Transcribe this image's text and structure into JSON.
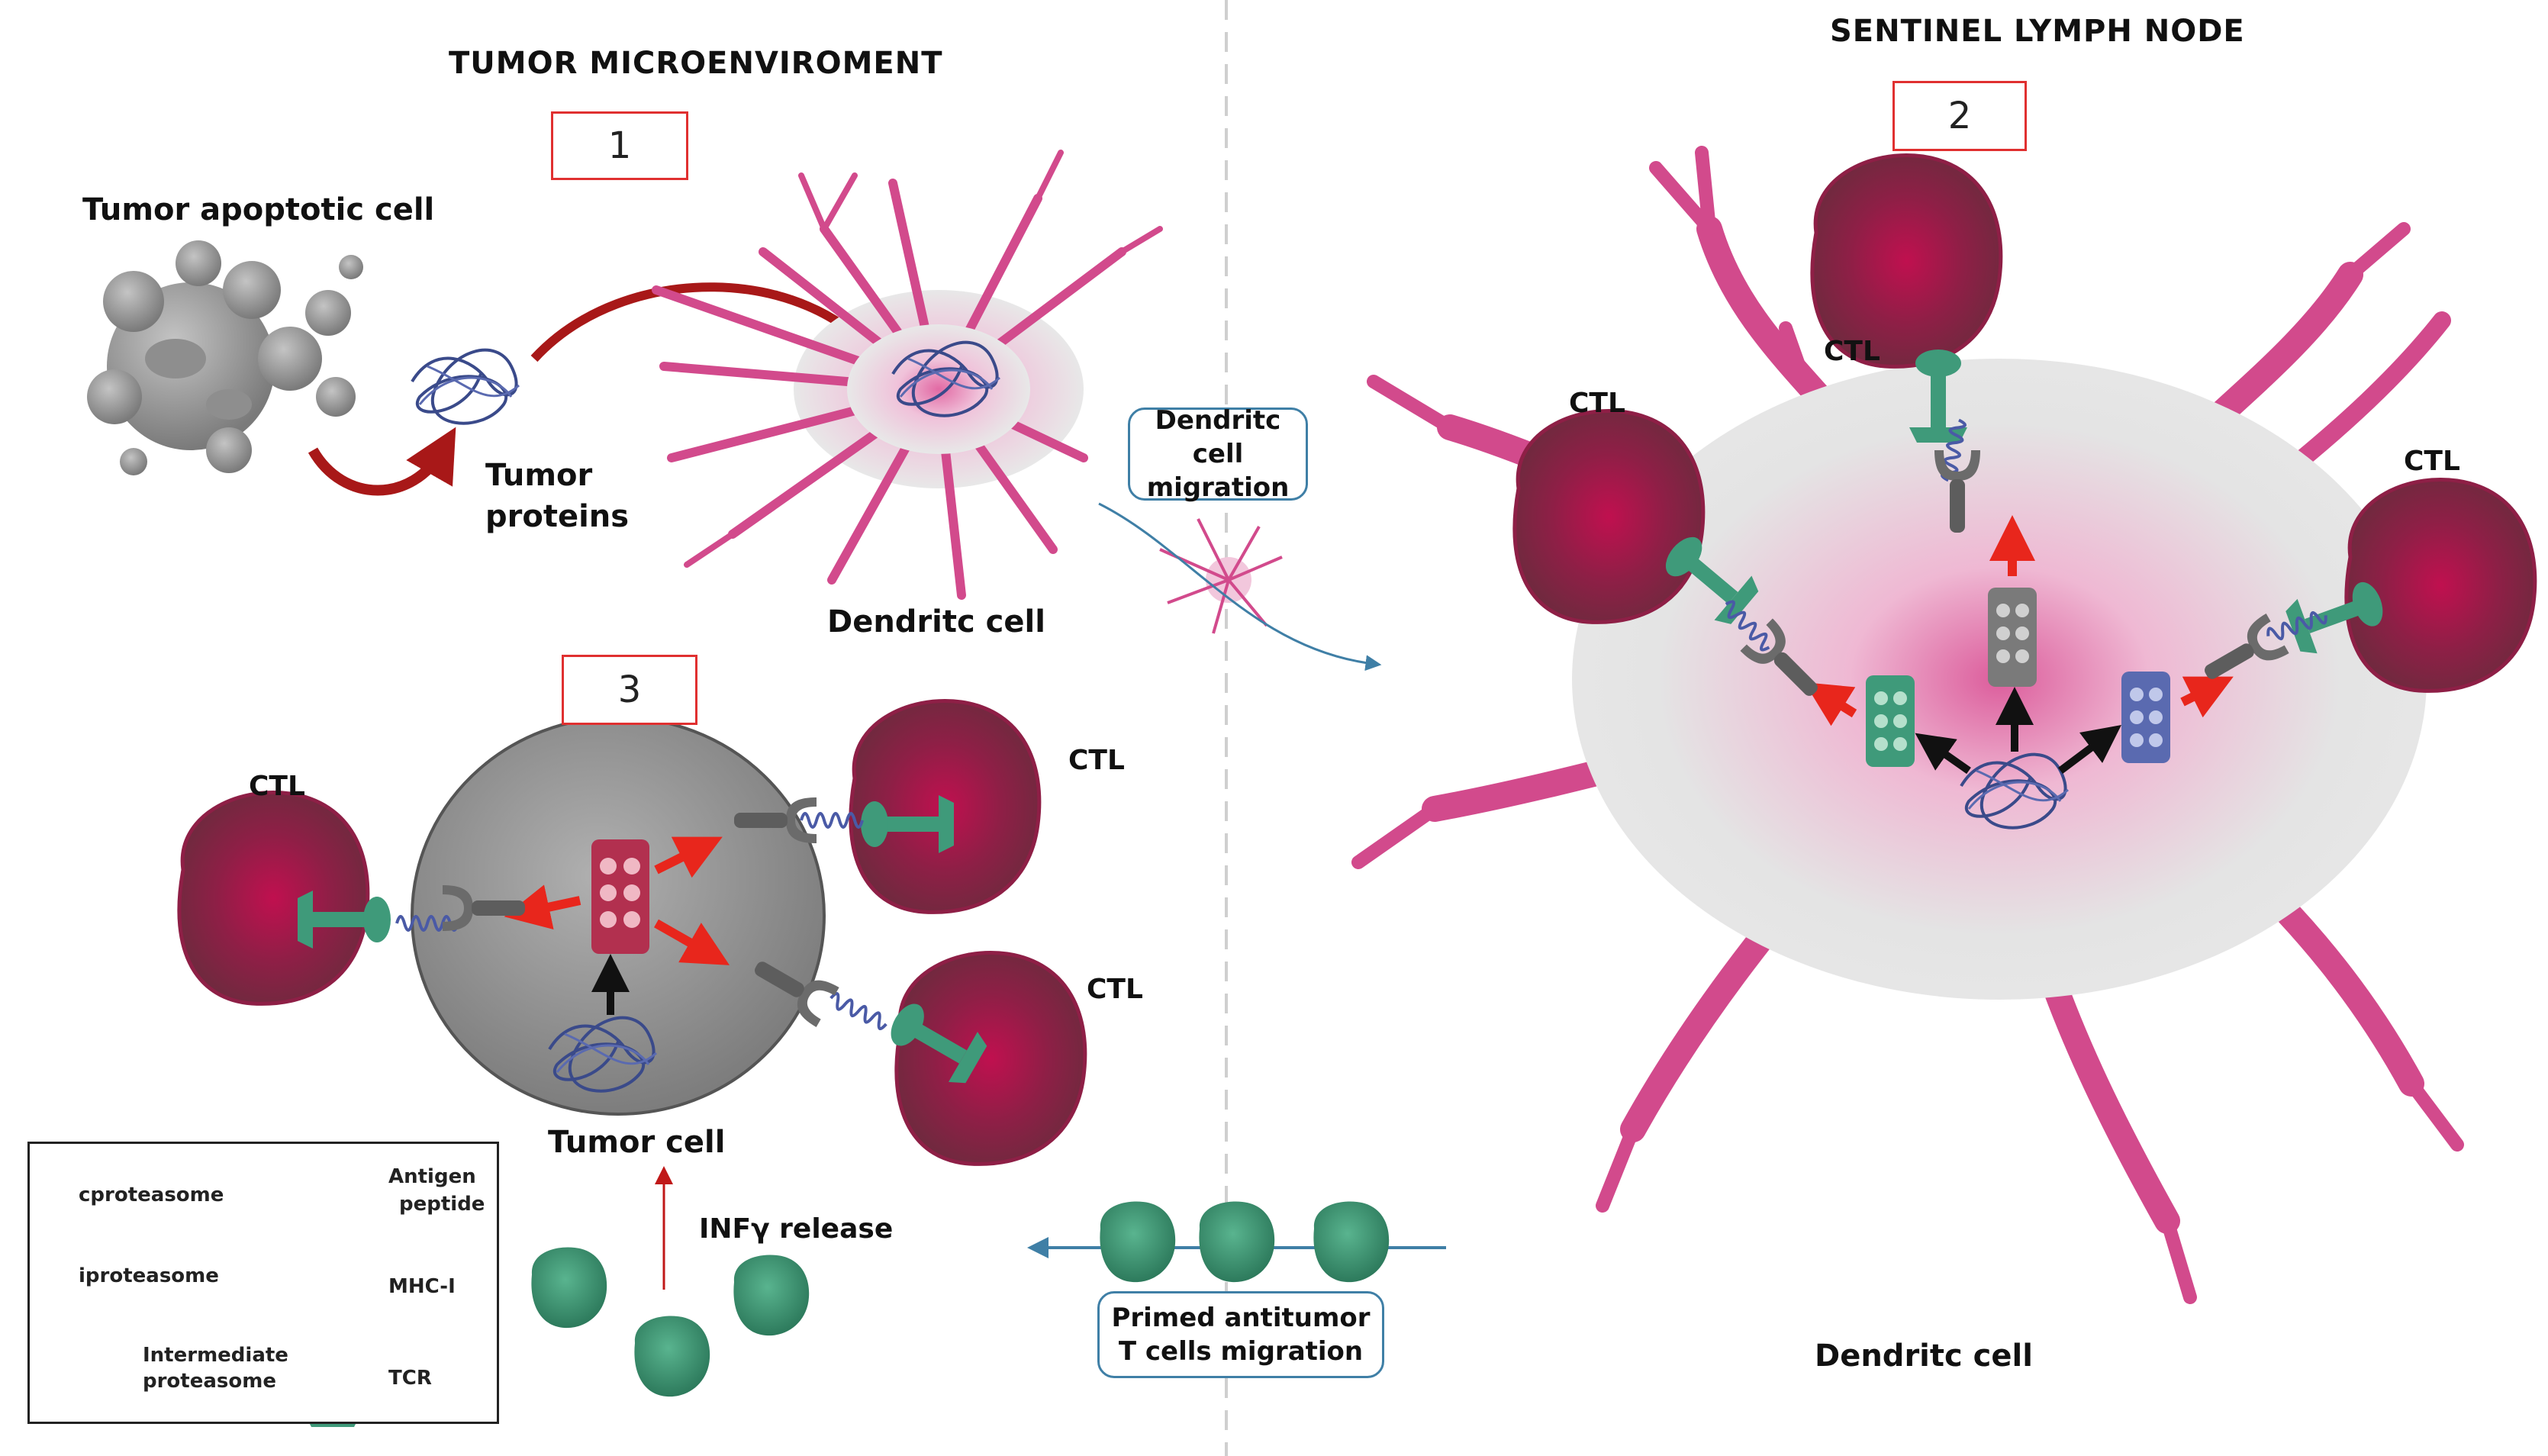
{
  "headers": {
    "left": "TUMOR MICROENVIROMENT",
    "right": "SENTINEL LYMPH NODE"
  },
  "step_numbers": [
    "1",
    "2",
    "3"
  ],
  "labels": {
    "tumor_apoptotic_cell": "Tumor  apoptotic cell",
    "tumor_proteins_line1": "Tumor",
    "tumor_proteins_line2": "proteins",
    "dendritic_cell_left": "Dendritc cell",
    "dendritic_cell_right": "Dendritc cell",
    "tumor_cell": "Tumor cell",
    "inf_release": "INFγ release",
    "ctl": "CTL"
  },
  "boxes": {
    "dc_migration": [
      "Dendritc cell",
      "migration"
    ],
    "t_cell_migration": [
      "Primed antitumor",
      "T cells migration"
    ]
  },
  "legend": {
    "cproteasome": "cproteasome",
    "iproteasome": "iproteasome",
    "intermediate": [
      "Intermediate",
      "proteasome"
    ],
    "antigen": [
      "Antigen",
      "peptide"
    ],
    "mhc": "MHC-I",
    "tcr": "TCR"
  },
  "colors": {
    "ctl_cell": "#8e1f46",
    "dendritic_pink": "#d24a8c",
    "tcr_green": "#3f9a7a",
    "cproteasome_gray": "#7a7a7a",
    "iproteasome_red": "#b2304f",
    "intermediate_blue": "#5a6ab0",
    "arrow_red": "#e8261c",
    "flow_arrow": "#a81818",
    "migration_blue": "#3f7fa6"
  }
}
